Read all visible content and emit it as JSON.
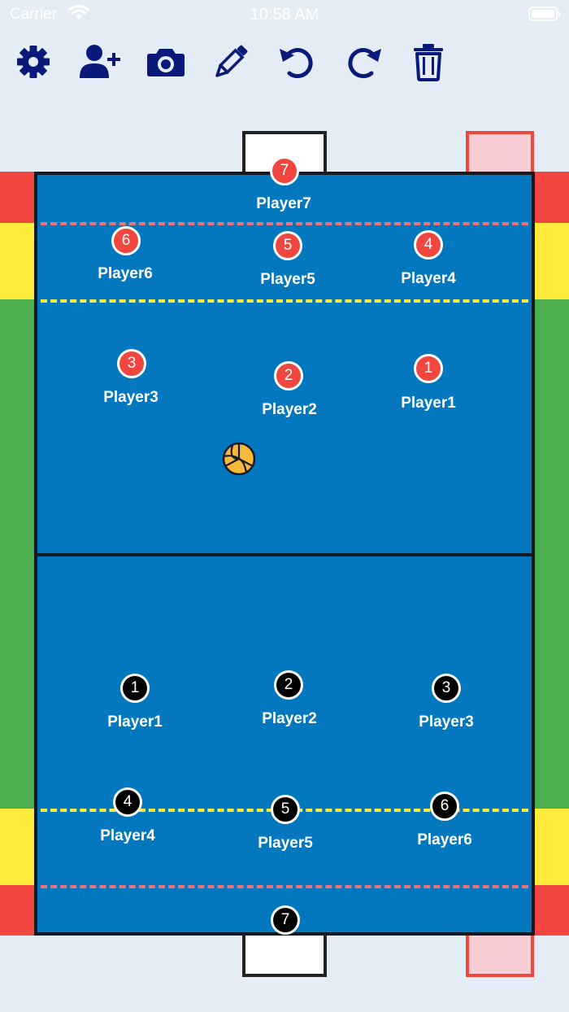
{
  "status_bar": {
    "carrier": "Carrier",
    "time": "10:58 AM"
  },
  "toolbar": {
    "icons": [
      "gear-icon",
      "add-user-icon",
      "camera-icon",
      "pencil-icon",
      "undo-icon",
      "redo-icon",
      "trash-icon"
    ],
    "icon_color": "#0b1a7a"
  },
  "colors": {
    "pool": "#0478be",
    "red_team": "#f0463f",
    "black_team": "#000000",
    "zone_red": "#f0463f",
    "zone_yellow": "#ffeb3b",
    "zone_green": "#4caf50"
  },
  "team_top": {
    "players": [
      {
        "number": "7",
        "name": "Player7"
      },
      {
        "number": "6",
        "name": "Player6"
      },
      {
        "number": "5",
        "name": "Player5"
      },
      {
        "number": "4",
        "name": "Player4"
      },
      {
        "number": "3",
        "name": "Player3"
      },
      {
        "number": "2",
        "name": "Player2"
      },
      {
        "number": "1",
        "name": "Player1"
      }
    ]
  },
  "team_bottom": {
    "players": [
      {
        "number": "1",
        "name": "Player1"
      },
      {
        "number": "2",
        "name": "Player2"
      },
      {
        "number": "3",
        "name": "Player3"
      },
      {
        "number": "4",
        "name": "Player4"
      },
      {
        "number": "5",
        "name": "Player5"
      },
      {
        "number": "6",
        "name": "Player6"
      },
      {
        "number": "7",
        "name": ""
      }
    ]
  }
}
